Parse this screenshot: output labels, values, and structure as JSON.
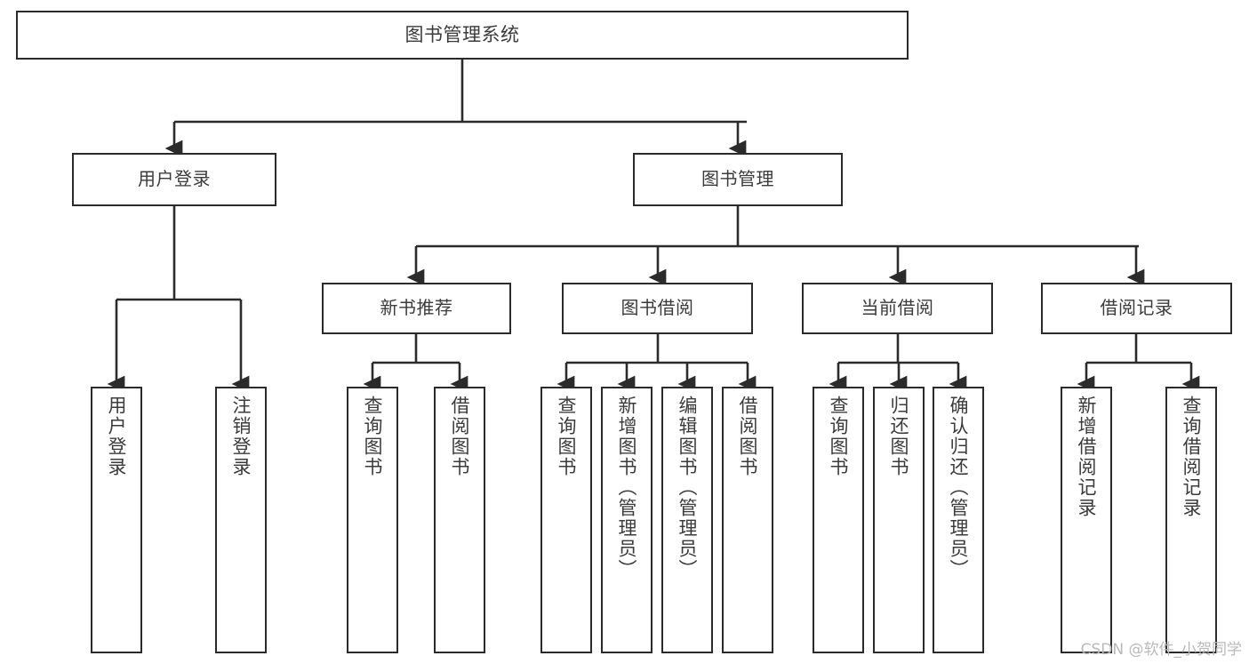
{
  "diagram": {
    "title": "图书管理系统",
    "watermark": "CSDN @软件_小贺同学",
    "line_color": "#2b2b2b",
    "text_color": "#3b3b3b",
    "background": "#ffffff",
    "nodes": {
      "root": {
        "label": "图书管理系统"
      },
      "level2": [
        {
          "label": "用户登录"
        },
        {
          "label": "图书管理"
        }
      ],
      "level3": [
        {
          "label": "新书推荐"
        },
        {
          "label": "图书借阅"
        },
        {
          "label": "当前借阅"
        },
        {
          "label": "借阅记录"
        }
      ],
      "leaves": {
        "user_login": [
          {
            "label": "用户登录"
          },
          {
            "label": "注销登录"
          }
        ],
        "new_book_recommend": [
          {
            "label": "查询图书"
          },
          {
            "label": "借阅图书"
          }
        ],
        "book_borrow": [
          {
            "label": "查询图书"
          },
          {
            "label": "新增图书（管理员）"
          },
          {
            "label": "编辑图书（管理员）"
          },
          {
            "label": "借阅图书"
          }
        ],
        "current_borrow": [
          {
            "label": "查询图书"
          },
          {
            "label": "归还图书"
          },
          {
            "label": "确认归还（管理员）"
          }
        ],
        "borrow_record": [
          {
            "label": "新增借阅记录"
          },
          {
            "label": "查询借阅记录"
          }
        ]
      }
    }
  }
}
